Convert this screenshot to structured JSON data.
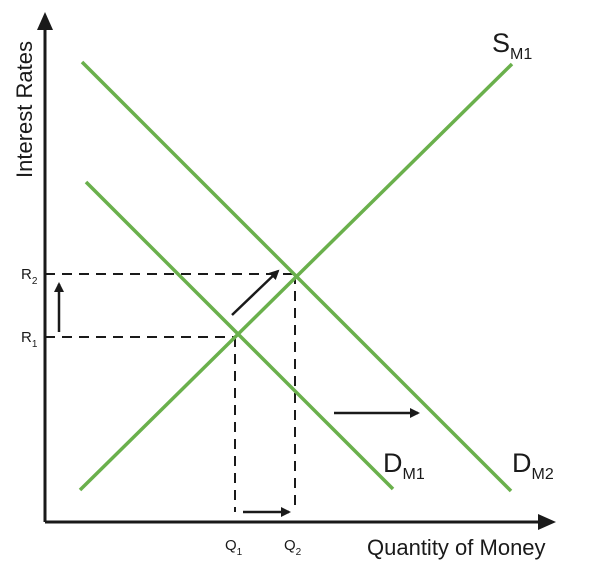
{
  "axes": {
    "y_title": "Interest Rates",
    "x_title": "Quantity of Money"
  },
  "y_ticks": [
    {
      "main": "R",
      "sub": "2"
    },
    {
      "main": "R",
      "sub": "1"
    }
  ],
  "x_ticks": [
    {
      "main": "Q",
      "sub": "1"
    },
    {
      "main": "Q",
      "sub": "2"
    }
  ],
  "curves": {
    "supply": {
      "main": "S",
      "sub": "M1"
    },
    "demand_initial": {
      "main": "D",
      "sub": "M1"
    },
    "demand_shifted": {
      "main": "D",
      "sub": "M2"
    }
  },
  "colors": {
    "curve": "#6ab04c",
    "axis": "#1a1a1a",
    "guide": "#1a1a1a",
    "arrow": "#1a1a1a"
  },
  "arrows": [
    "demand-shift-arrow",
    "equilibrium-move-arrow",
    "rate-rise-arrow",
    "quantity-rise-arrow"
  ]
}
